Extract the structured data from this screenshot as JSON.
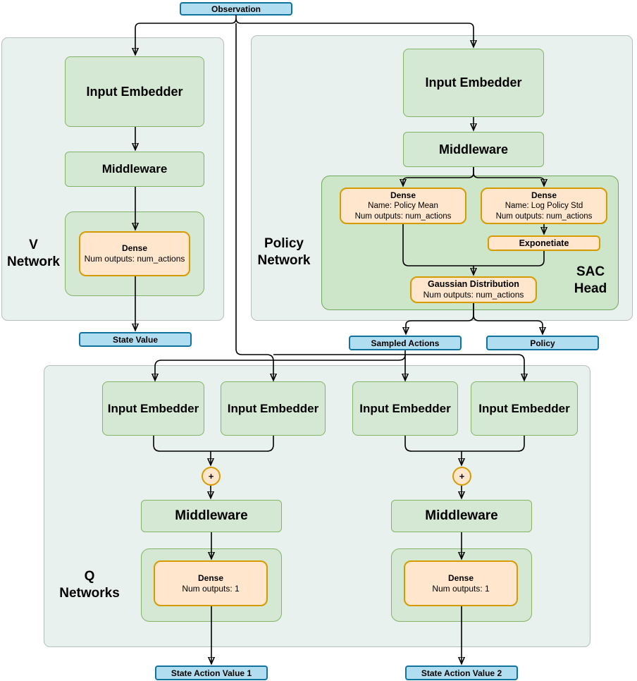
{
  "observation": {
    "label": "Observation"
  },
  "v_network": {
    "title_line1": "V",
    "title_line2": "Network",
    "input_embedder_label": "Input Embedder",
    "middleware_label": "Middleware",
    "dense": {
      "title": "Dense",
      "num_outputs": "Num outputs: num_actions"
    },
    "output_label": "State Value"
  },
  "policy_network": {
    "title_line1": "Policy",
    "title_line2": "Network",
    "input_embedder_label": "Input Embedder",
    "middleware_label": "Middleware",
    "sac_head": {
      "title_line1": "SAC",
      "title_line2": "Head",
      "dense_policy_mean": {
        "title": "Dense",
        "name": "Name: Policy Mean",
        "num_outputs": "Num outputs: num_actions"
      },
      "dense_log_policy_std": {
        "title": "Dense",
        "name": "Name: Log Policy Std",
        "num_outputs": "Num outputs: num_actions"
      },
      "exponentiate_label": "Exponetiate",
      "gaussian": {
        "title": "Gaussian Distribution",
        "num_outputs": "Num outputs: num_actions"
      }
    },
    "sampled_actions_label": "Sampled Actions",
    "policy_label": "Policy"
  },
  "q_networks": {
    "title_line1": "Q",
    "title_line2": "Networks",
    "input_embedder_labels": [
      "Input Embedder",
      "Input Embedder",
      "Input Embedder",
      "Input Embedder"
    ],
    "plus_label": "+",
    "middleware_label_1": "Middleware",
    "middleware_label_2": "Middleware",
    "dense_1": {
      "title": "Dense",
      "num_outputs": "Num outputs: 1"
    },
    "dense_2": {
      "title": "Dense",
      "num_outputs": "Num outputs: 1"
    },
    "output_1_label": "State Action Value 1",
    "output_2_label": "State Action Value 2"
  },
  "colors": {
    "green_fill": "#d5e8d4",
    "green_stroke": "#82b366",
    "orange_fill": "#ffe6cc",
    "orange_stroke": "#d79b00",
    "blue_fill": "#b1ddf0",
    "blue_stroke": "#10739e",
    "panel_fill": "#e9f1ee",
    "panel_stroke": "#b4bfbb",
    "sac_panel_fill": "#cde5c8",
    "sac_panel_stroke": "#6fa75c",
    "edge_color": "#000000"
  }
}
